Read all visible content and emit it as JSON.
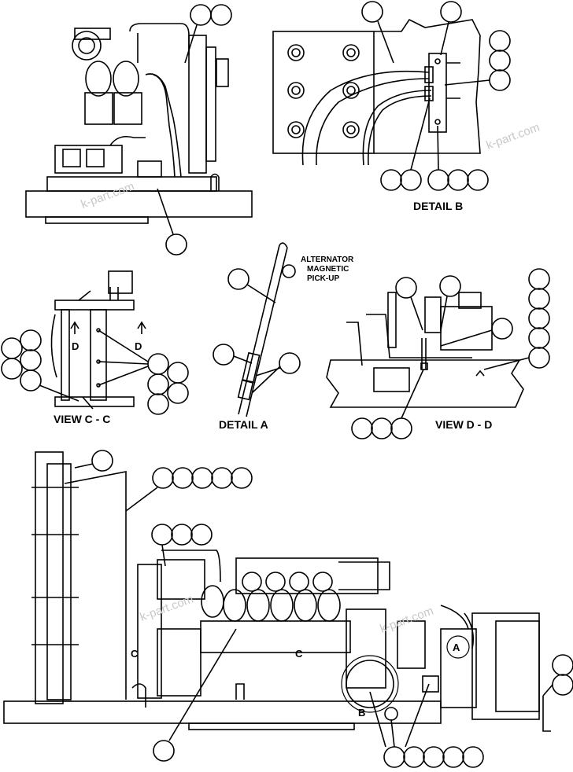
{
  "labels": {
    "detail_b": "DETAIL B",
    "detail_a": "DETAIL A",
    "view_cc": "VIEW C - C",
    "view_dd": "VIEW D - D",
    "alt_line1": "ALTERNATOR",
    "alt_line2": "MAGNETIC",
    "alt_line3": "PICK-UP",
    "marker_d": "D",
    "marker_c": "C",
    "marker_a": "A",
    "marker_b": "B"
  },
  "watermark": "k-part.com",
  "colors": {
    "line": "#000000",
    "background": "#ffffff",
    "watermark": "#c8c8c8"
  }
}
